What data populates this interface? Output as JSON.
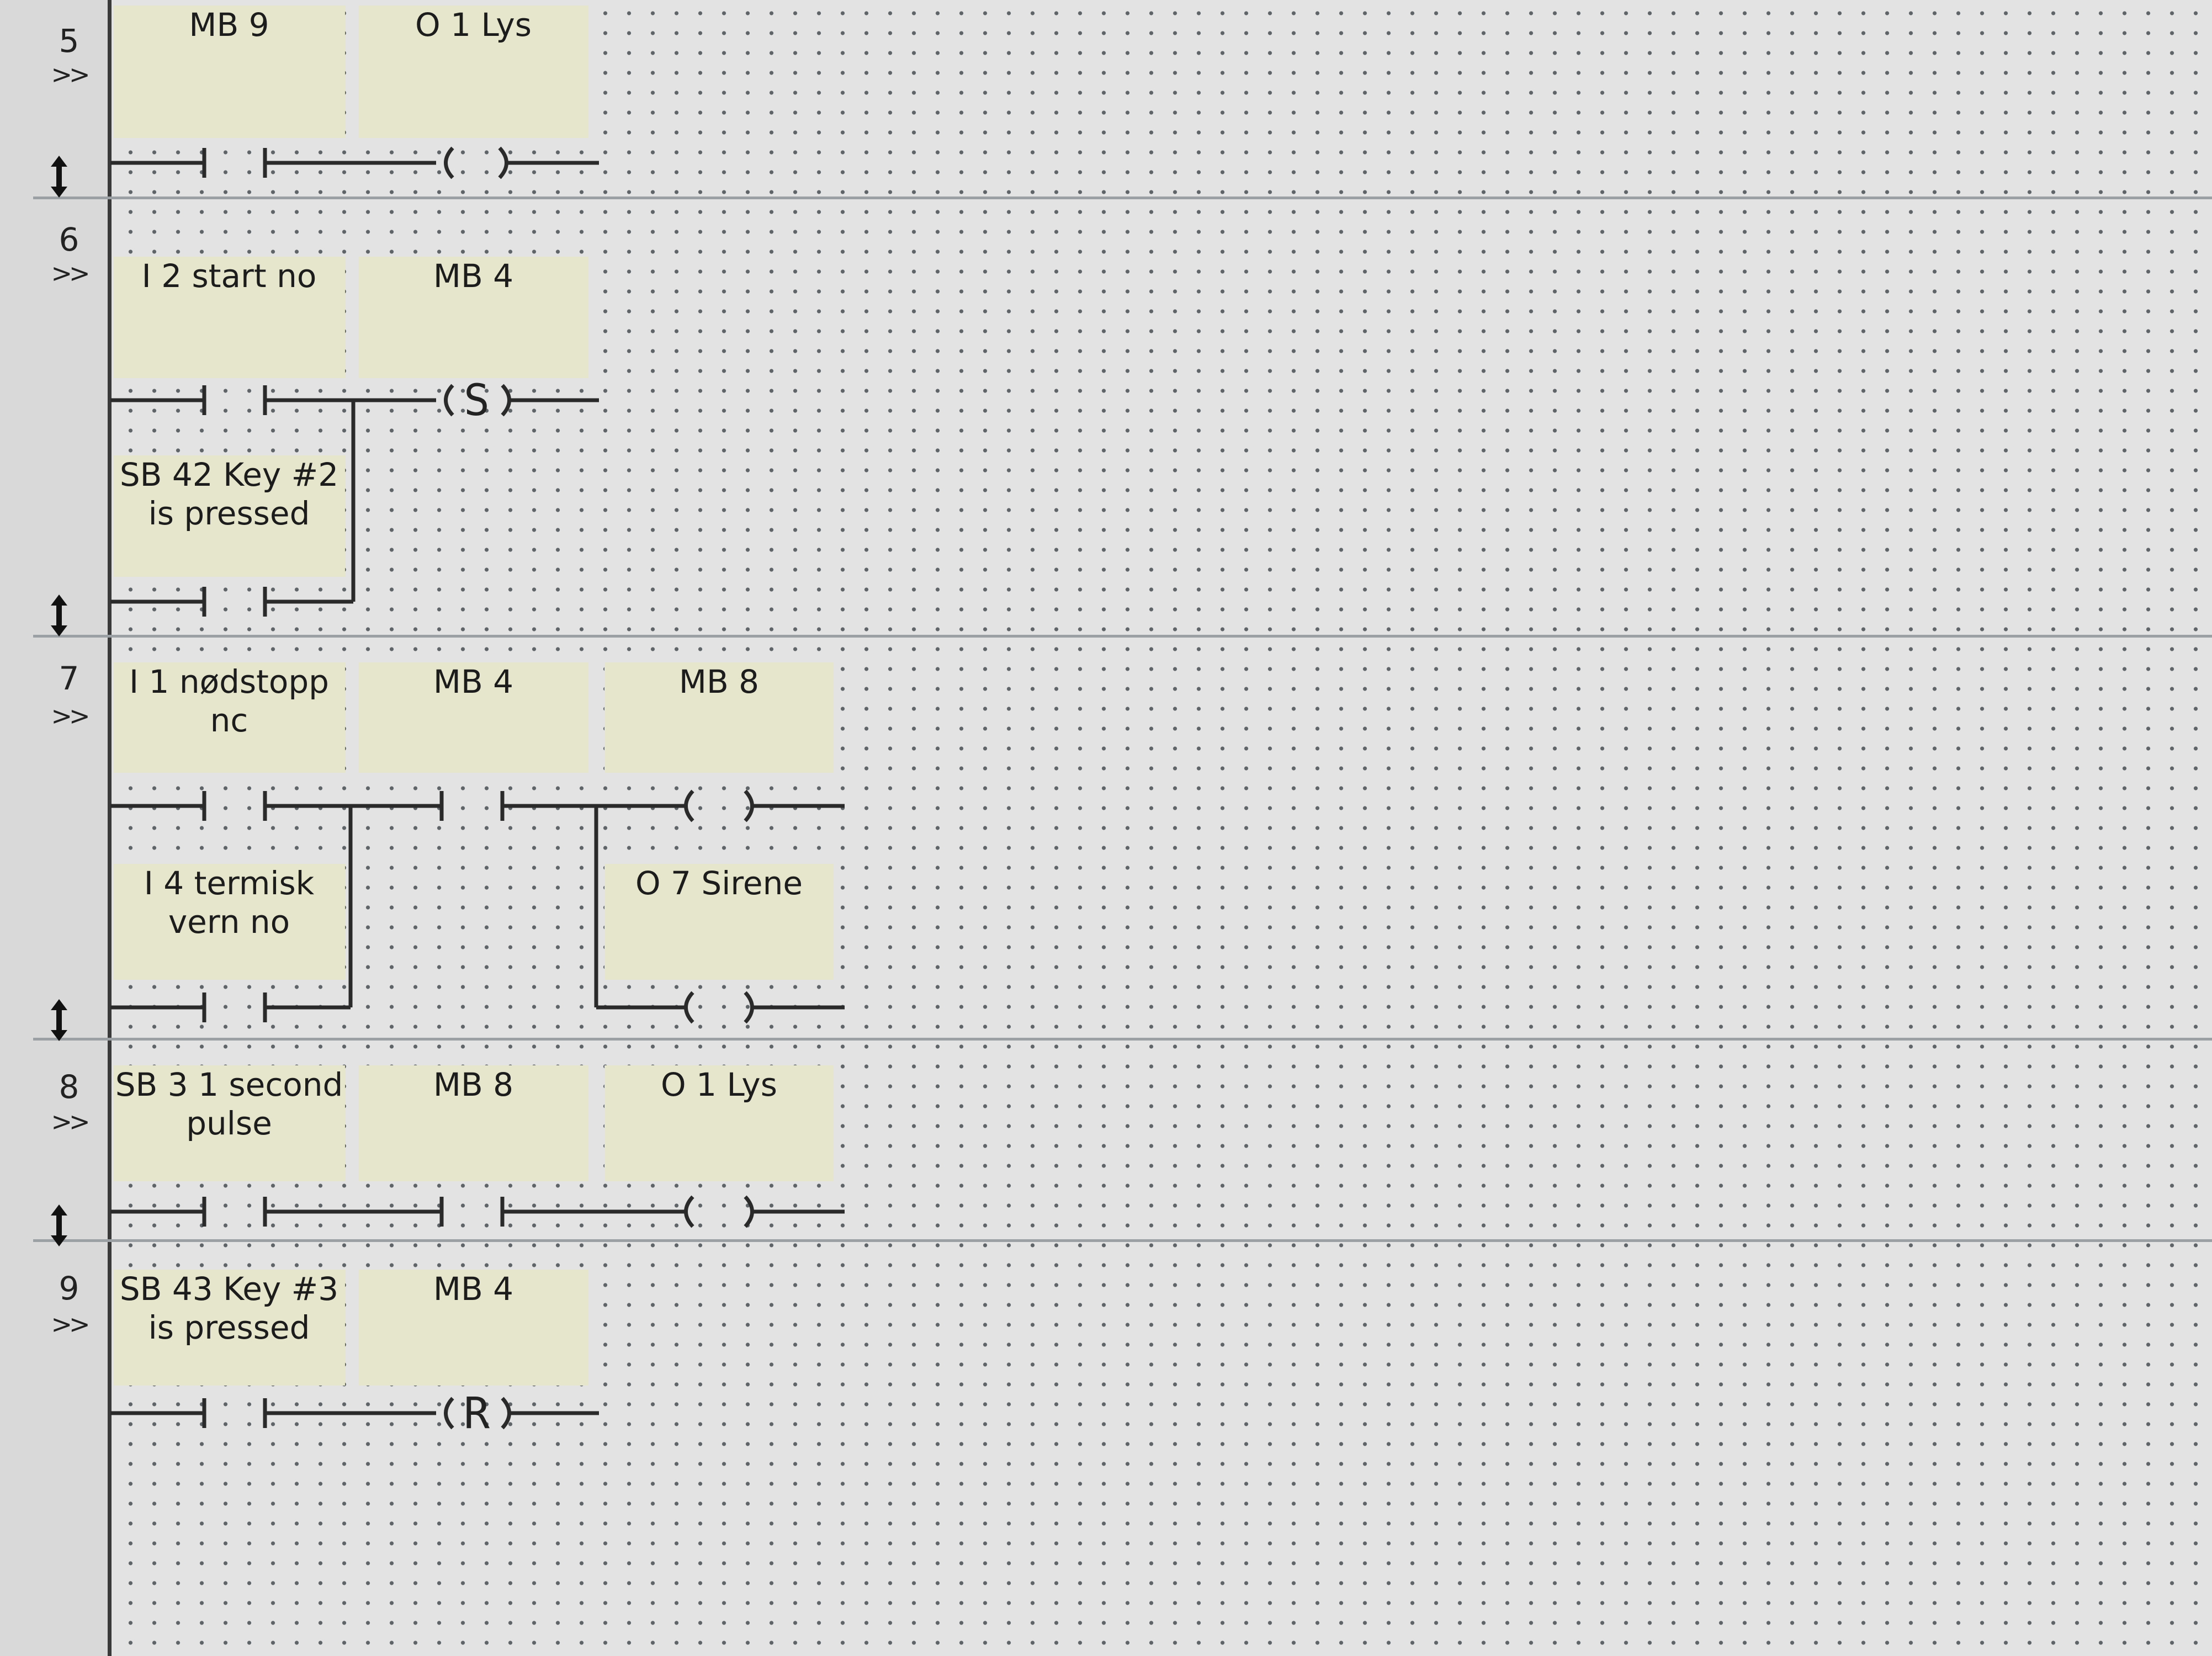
{
  "rungs": [
    {
      "number": "5",
      "expand": ">>",
      "contacts": [
        "MB 9"
      ],
      "coils": [
        {
          "label": "O 1  Lys",
          "type": "( )"
        }
      ]
    },
    {
      "number": "6",
      "expand": ">>",
      "contacts": [
        "I 2  start no"
      ],
      "parallel_contacts": [
        "SB 42  Key #2 is pressed"
      ],
      "coils": [
        {
          "label": "MB 4",
          "type": "(S)"
        }
      ]
    },
    {
      "number": "7",
      "expand": ">>",
      "contacts": [
        "I 1  nødstopp nc",
        "MB 4"
      ],
      "parallel_contacts": [
        "I 4  termisk vern no"
      ],
      "coils": [
        {
          "label": "MB 8",
          "type": "( )"
        },
        {
          "label": "O 7  Sirene",
          "type": "( )"
        }
      ]
    },
    {
      "number": "8",
      "expand": ">>",
      "contacts": [
        "SB 3  1 second pulse",
        "MB 8"
      ],
      "coils": [
        {
          "label": "O 1  Lys",
          "type": "( )"
        }
      ]
    },
    {
      "number": "9",
      "expand": ">>",
      "contacts": [
        "SB 43  Key #3 is pressed"
      ],
      "coils": [
        {
          "label": "MB 4",
          "type": "(R)"
        }
      ]
    }
  ],
  "icons": {
    "rung_handle": "up-down-arrow-icon",
    "contact": "normally-open-contact-icon",
    "coil": "output-coil-icon"
  },
  "colors": {
    "label_cell": "#e6e6cc",
    "grid_dot": "#5f6468",
    "background": "#e3e3e3",
    "line": "#2a2a2a"
  }
}
